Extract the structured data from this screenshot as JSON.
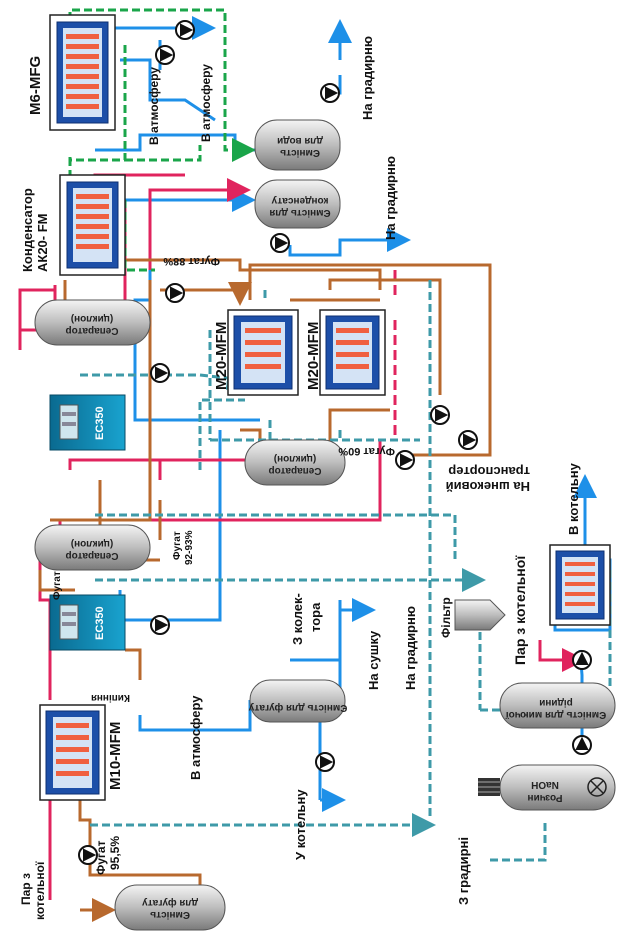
{
  "colors": {
    "steam": "#e0245e",
    "water": "#1e90e8",
    "fugate": "#b8692e",
    "recycle": "#3e9aa8",
    "green": "#1aa54a",
    "evaporator_blue": "#1d4fa8",
    "tube_red": "#f06040",
    "ec_teal": "#0f7fa8"
  },
  "units": {
    "m6": {
      "label": "M6-MFG",
      "icon": "evaporator-icon"
    },
    "ak20": {
      "label": "Конденсатор\nАК20- FM",
      "icon": "condenser-icon"
    },
    "m20a": {
      "label": "M20-MFM",
      "icon": "evaporator-icon"
    },
    "m20b": {
      "label": "M20-MFM",
      "icon": "evaporator-icon"
    },
    "m10": {
      "label": "M10-MFM",
      "icon": "evaporator-icon"
    },
    "ec350_top": {
      "label": "EC350",
      "icon": "ec-module-icon"
    },
    "ec350_bottom": {
      "label": "EC350",
      "icon": "ec-module-icon"
    },
    "boiler_hx": {
      "label": "",
      "icon": "heat-exchanger-icon"
    }
  },
  "tanks": {
    "water": {
      "line1": "Ємність",
      "line2": "для води"
    },
    "condensate": {
      "line1": "Ємність для",
      "line2": "конденсату"
    },
    "fugate_mid": {
      "line1": "Ємність для фугату",
      "line2": ""
    },
    "fugate_bottom": {
      "line1": "Ємність",
      "line2": "для фугату"
    },
    "washing": {
      "line1": "Ємність для миючої",
      "line2": "рідини"
    },
    "naoh": {
      "line1": "Розчин",
      "line2": "NaOH"
    }
  },
  "separators": {
    "top": {
      "line1": "Сепаратор",
      "line2": "(циклон)"
    },
    "middle": {
      "line1": "Сепаратор",
      "line2": "(циклон)"
    },
    "bottom": {
      "line1": "Сепаратор",
      "line2": "(циклон)"
    }
  },
  "filter": {
    "label": "Фільтр"
  },
  "labels": {
    "to_cooling_1": "На градирню",
    "to_cooling_2": "На градирню",
    "to_cooling_3": "На градирню",
    "to_atm_1": "В атмосферу",
    "to_atm_2": "В атмосферу",
    "to_atm_3": "В атмосферу",
    "fugate_88": "Фугат 88%",
    "fugate_60": "Фугат 60%",
    "fugate_9293_a": "Фугат",
    "fugate_9293_b": "92-93%",
    "fugate_small": "Фугат",
    "kipinnya": "Кипіння",
    "screw_a": "На шнековий",
    "screw_b": "транспортер",
    "collector_a": "З колек-",
    "collector_b": "тора",
    "to_drying": "На сушку",
    "boiler_steam": "Пар з котельної",
    "to_boiler_a": "В котельну",
    "to_boiler_b": "У котельну",
    "from_cooling": "З градирні",
    "steam_in_a": "Пар з",
    "steam_in_b": "котельної",
    "fugate_955_a": "Фугат",
    "fugate_955_b": "95,5%"
  }
}
